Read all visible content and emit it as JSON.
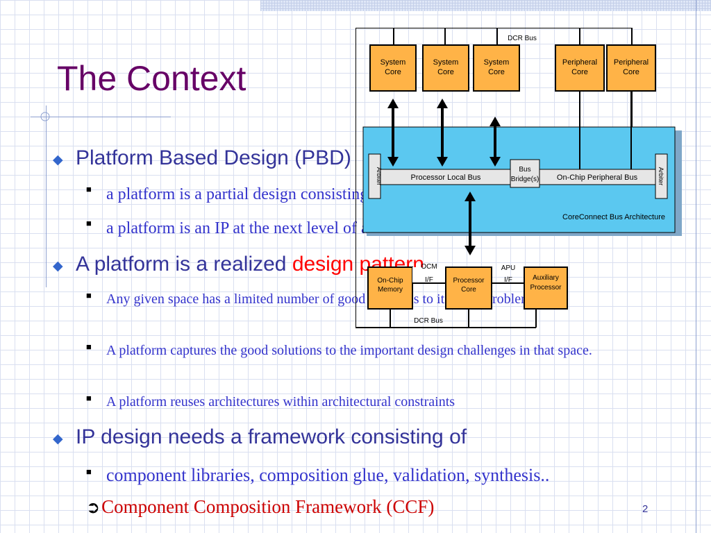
{
  "slide": {
    "title": "The Context",
    "page_number": "2",
    "bullets": [
      {
        "text": "Platform Based Design (PBD)",
        "subs": [
          "a platform is a partial design consisting of IP blocks",
          "a platform is an IP at the next level of abstraction"
        ]
      },
      {
        "text": "A platform is a realized ",
        "highlight": "design pattern",
        "subs": [
          "Any given space has a limited number of good solutions to its basic problems.",
          "A platform captures the good solutions to the important design challenges in that space.",
          "A platform reuses architectures within architectural constraints"
        ]
      },
      {
        "text": "IP design needs a framework consisting of",
        "subs": [
          "component libraries, composition glue, validation, synthesis.."
        ]
      }
    ],
    "conclusion": "Component Composition Framework (CCF)"
  },
  "diagram": {
    "dcr_bus_top": "DCR Bus",
    "dcr_bus_bottom": "DCR Bus",
    "system_core": [
      "System",
      "Core"
    ],
    "peripheral_core": [
      "Peripheral",
      "Core"
    ],
    "processor_local_bus": "Processor Local Bus",
    "bus_bridge": [
      "Bus",
      "Bridge(s)"
    ],
    "on_chip_peripheral_bus": "On-Chip Peripheral Bus",
    "arbiter": "Arbiter",
    "coreconnect": "CoreConnect Bus Architecture",
    "on_chip_memory": [
      "On-Chip",
      "Memory"
    ],
    "ocm_if": [
      "OCM",
      "I/F"
    ],
    "processor_core": [
      "Processor",
      "Core"
    ],
    "apu_if": [
      "APU",
      "I/F"
    ],
    "auxiliary_processor": [
      "Auxiliary",
      "Processor"
    ]
  },
  "colors": {
    "title": "#660066",
    "level1_text": "#333399",
    "level2_text": "#3333cc",
    "highlight": "#ff0000",
    "conclusion": "#cc0000",
    "core_fill": "#ffb347",
    "bus_band": "#5bc8f0"
  }
}
